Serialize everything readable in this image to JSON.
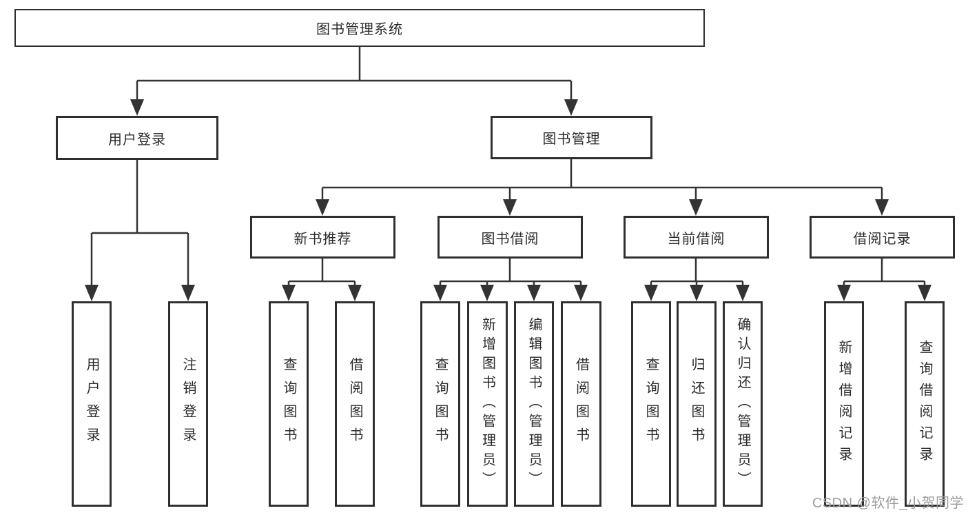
{
  "tree": {
    "root": {
      "label": "图书管理系统"
    },
    "branches": [
      {
        "label": "用户登录",
        "leaves": [
          {
            "label": "用户登录"
          },
          {
            "label": "注销登录"
          }
        ]
      },
      {
        "label": "图书管理",
        "groups": [
          {
            "label": "新书推荐",
            "leaves": [
              {
                "label": "查询图书"
              },
              {
                "label": "借阅图书"
              }
            ]
          },
          {
            "label": "图书借阅",
            "leaves": [
              {
                "label": "查询图书"
              },
              {
                "label": "新增图书（管理员）"
              },
              {
                "label": "编辑图书（管理员）"
              },
              {
                "label": "借阅图书"
              }
            ]
          },
          {
            "label": "当前借阅",
            "leaves": [
              {
                "label": "查询图书"
              },
              {
                "label": "归还图书"
              },
              {
                "label": "确认归还（管理员）"
              }
            ]
          },
          {
            "label": "借阅记录",
            "leaves": [
              {
                "label": "新增借阅记录"
              },
              {
                "label": "查询借阅记录"
              }
            ]
          }
        ]
      }
    ]
  },
  "watermark": {
    "text": "CSDN @软件_小贺同学"
  },
  "colors": {
    "background": "#ffffff",
    "box_border": "#2f2f2f",
    "line": "#333333",
    "text": "#2b2b2b",
    "watermark": "#9d9d9d"
  }
}
